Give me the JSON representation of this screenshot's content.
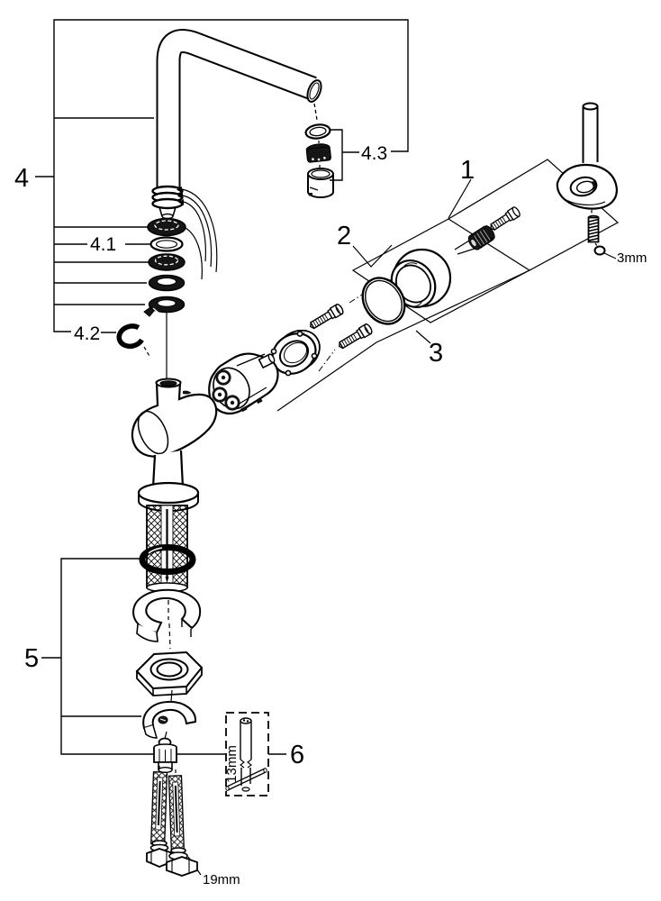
{
  "diagram": {
    "kind": "exploded-parts-diagram",
    "subject": "single-lever kitchen faucet with high L-spout",
    "colors": {
      "background": "#ffffff",
      "line": "#000000",
      "dark_part": "#151515"
    },
    "callouts": {
      "c1": "1",
      "c2": "2",
      "c3": "3",
      "c4": "4",
      "c4_1": "4.1",
      "c4_2": "4.2",
      "c4_3": "4.3",
      "c5": "5",
      "c6": "6"
    },
    "tool_sizes": {
      "hex_key": "3mm",
      "socket_tool": "13mm",
      "hose_nut": "19mm"
    }
  }
}
